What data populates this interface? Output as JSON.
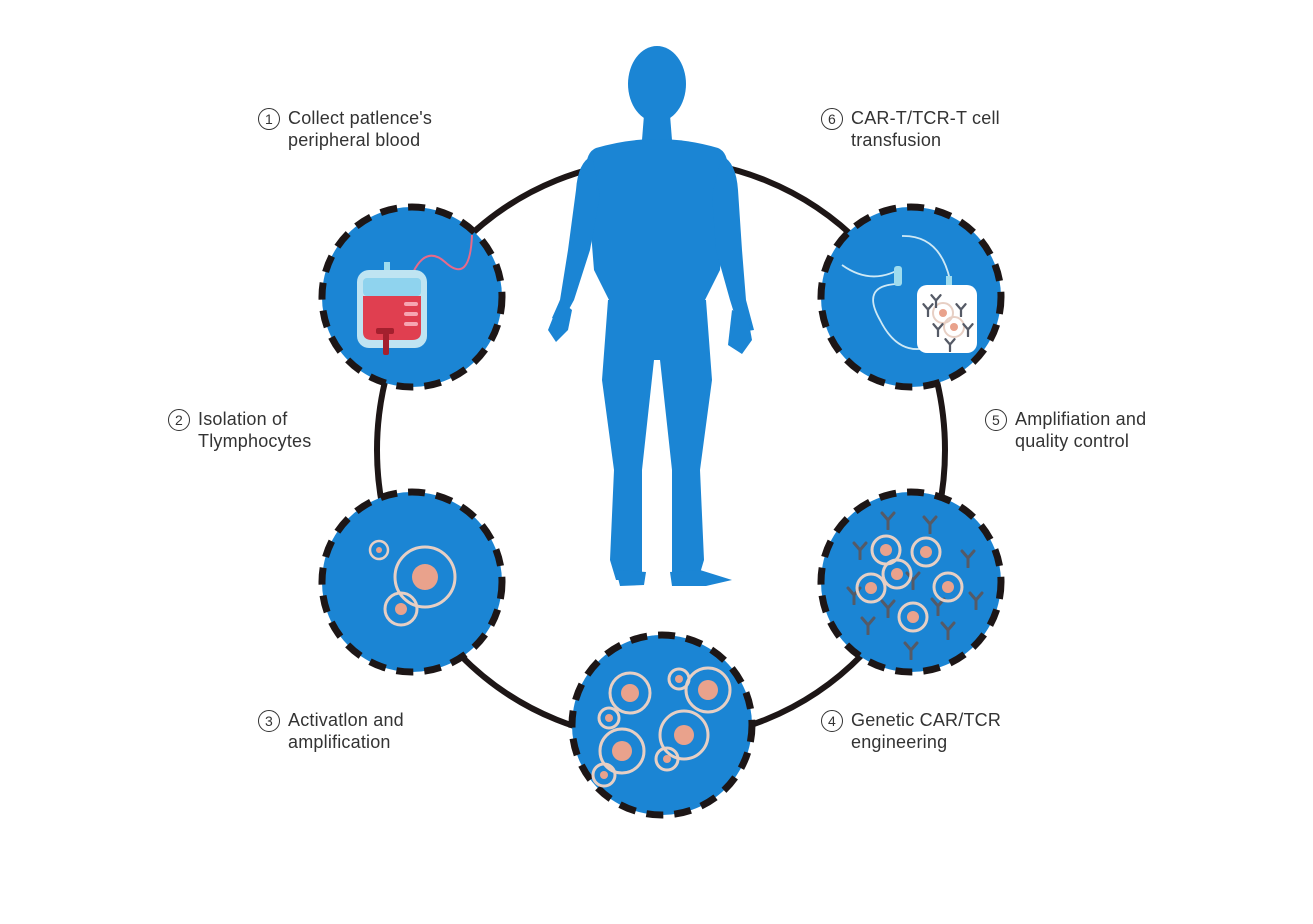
{
  "colors": {
    "background": "#ffffff",
    "blue": "#1b85d4",
    "ring": "#1d1616",
    "text": "#333333",
    "cell_fill": "#e9a28c",
    "cell_outline": "#e7cfc4",
    "blood": "#e03f50",
    "antibody": "#555a66"
  },
  "steps": [
    {
      "num": "1",
      "line1": "Collect patlence's",
      "line2": "peripheral blood"
    },
    {
      "num": "2",
      "line1": "Isolation of",
      "line2": "Tlymphocytes"
    },
    {
      "num": "3",
      "line1": "Activatlon and",
      "line2": "amplification"
    },
    {
      "num": "4",
      "line1": "Genetic CAR/TCR",
      "line2": "engineering"
    },
    {
      "num": "5",
      "line1": "Amplifiation and",
      "line2": "quality control"
    },
    {
      "num": "6",
      "line1": "CAR-T/TCR-T cell",
      "line2": "transfusion"
    }
  ],
  "icons": {
    "human": "human-silhouette-icon",
    "blood_bag": "blood-bag-icon",
    "cells": "t-cell-icon",
    "antibody": "antibody-icon",
    "infusion": "infusion-bag-icon"
  }
}
